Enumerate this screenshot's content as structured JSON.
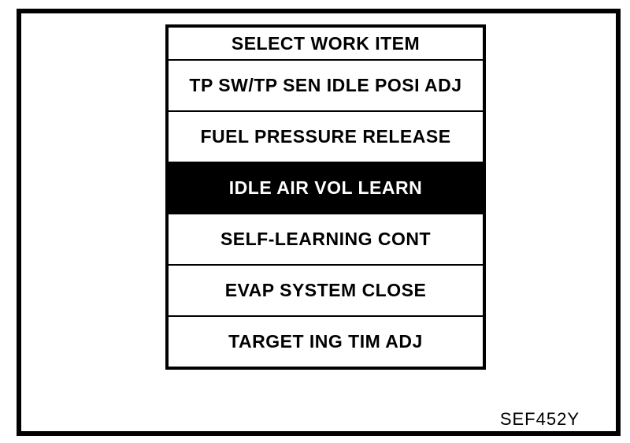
{
  "figure": {
    "code": "SEF452Y"
  },
  "menu": {
    "title": "SELECT WORK ITEM",
    "items": [
      {
        "label": "TP SW/TP SEN IDLE POSI ADJ",
        "selected": false
      },
      {
        "label": "FUEL PRESSURE RELEASE",
        "selected": false
      },
      {
        "label": "IDLE AIR VOL LEARN",
        "selected": true
      },
      {
        "label": "SELF-LEARNING CONT",
        "selected": false
      },
      {
        "label": "EVAP SYSTEM CLOSE",
        "selected": false
      },
      {
        "label": "TARGET ING TIM ADJ",
        "selected": false
      }
    ]
  },
  "colors": {
    "foreground": "#000000",
    "background": "#ffffff",
    "highlight_background": "#000000",
    "highlight_text": "#ffffff"
  }
}
